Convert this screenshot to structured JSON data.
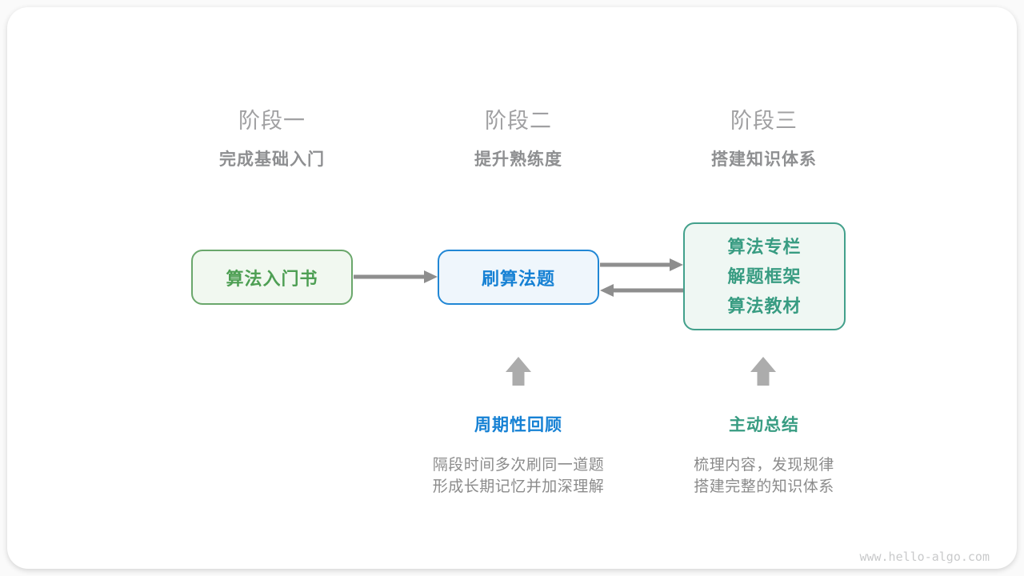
{
  "colors": {
    "green-border": "#6AA76B",
    "green-text": "#4E9F54",
    "green-bg": "#F1F8F0",
    "blue-border": "#2187D5",
    "blue-text": "#1681D4",
    "blue-bg": "#EFF6FC",
    "teal-border": "#42A08B",
    "teal-text": "#389C82",
    "teal-bg": "#EFF7F3",
    "arrow-gray": "#8E8E8E",
    "up-arrow-gray": "#ACACAC",
    "title-gray": "#A0A0A2",
    "subtitle-gray": "#8E8F91",
    "desc-gray": "#8B8B8B",
    "watermark-gray": "#C9CACB"
  },
  "stages": [
    {
      "title": "阶段一",
      "subtitle": "完成基础入门"
    },
    {
      "title": "阶段二",
      "subtitle": "提升熟练度"
    },
    {
      "title": "阶段三",
      "subtitle": "搭建知识体系"
    }
  ],
  "nodes": [
    {
      "label": "算法入门书"
    },
    {
      "label": "刷算法题"
    },
    {
      "lines": [
        "算法专栏",
        "解题框架",
        "算法教材"
      ]
    }
  ],
  "annotations": [
    {
      "label": "周期性回顾",
      "desc": [
        "隔段时间多次刷同一道题",
        "形成长期记忆并加深理解"
      ]
    },
    {
      "label": "主动总结",
      "desc": [
        "梳理内容，发现规律",
        "搭建完整的知识体系"
      ]
    }
  ],
  "icons": {
    "arrow-right-icon": "→",
    "arrow-left-icon": "←",
    "arrow-up-icon": "▲"
  },
  "watermark": "www.hello-algo.com"
}
